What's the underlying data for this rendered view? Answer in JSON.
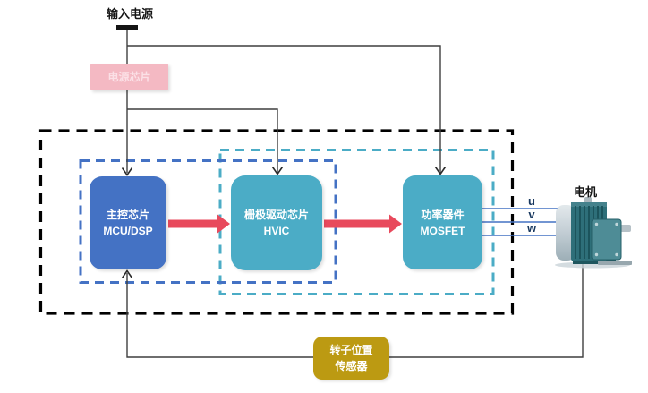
{
  "diagram": {
    "labels": {
      "input_power": "输入电源",
      "motor": "电机",
      "phase_u": "u",
      "phase_v": "v",
      "phase_w": "w"
    },
    "blocks": {
      "power_chip": {
        "label": "电源芯片"
      },
      "mcu": {
        "line1": "主控芯片",
        "line2": "MCU/DSP"
      },
      "gate_driver": {
        "line1": "栅极驱动芯片",
        "line2": "HVIC"
      },
      "power_device": {
        "line1": "功率器件",
        "line2": "MOSFET"
      },
      "rotor_sensor": {
        "line1": "转子位置",
        "line2": "传感器"
      }
    },
    "colors": {
      "mcu_blue": "#4472C4",
      "driver_teal": "#4BACC6",
      "power_chip_pink": "#F4B9C3",
      "sensor_gold": "#BC9A12",
      "flow_arrow_red": "#E8495C",
      "connector_dark": "#3F3F3F",
      "phase_line_blue": "#4472C4",
      "outer_boundary_dash": "#000000"
    },
    "icons": {
      "motor": "motor-icon"
    }
  }
}
